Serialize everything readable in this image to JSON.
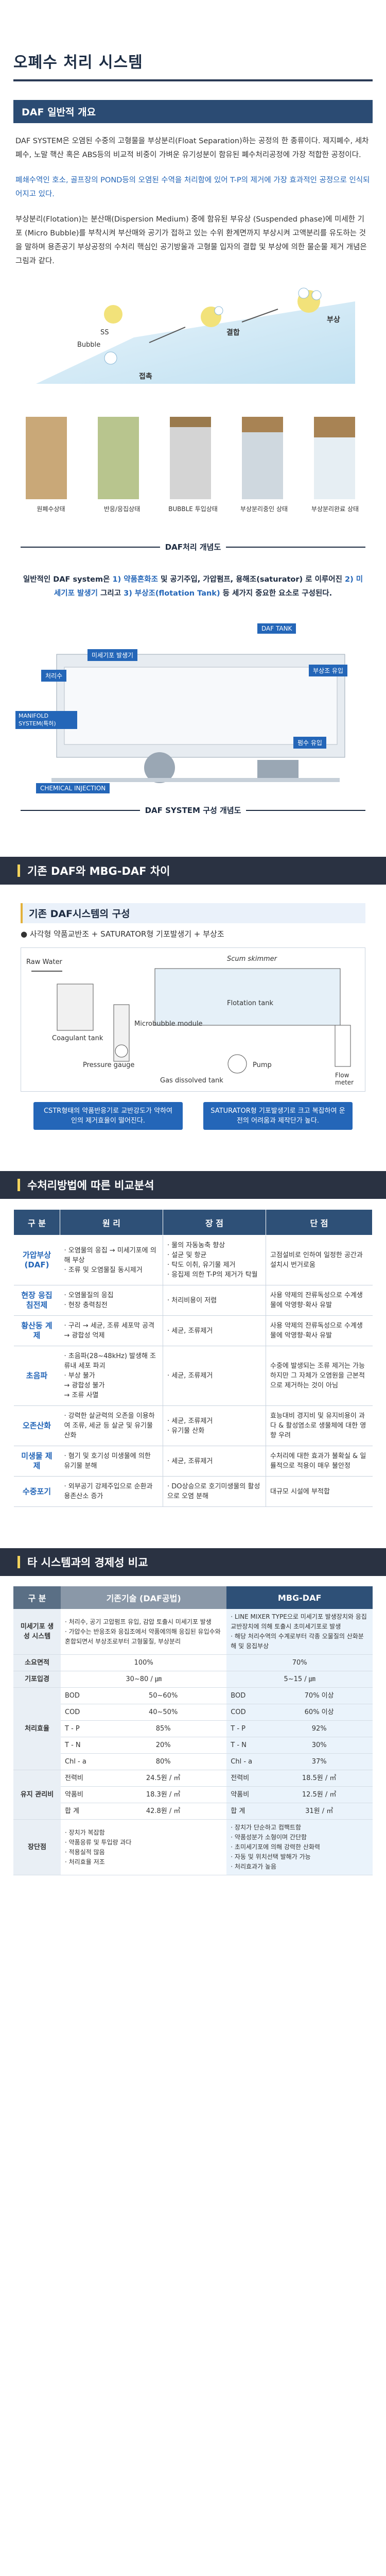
{
  "page_title": "오폐수 처리 시스템",
  "sec1": {
    "title": "DAF 일반적 개요",
    "para1": "DAF SYSTEM은 오염된 수중의 고형물을 부상분리(Float Separation)하는 공정의 한 종류이다. 제지폐수, 세차폐수, 노말 핵산 혹은 ABS등의 비교적 비중이 가벼운 유기성분이 함유된 폐수처리공정에 가장 적합한 공정이다.",
    "para2": "폐쇄수역인 호소, 골프장의 POND등의 오염된 수역을 처리함에 있어 T-P의 제거에 가장 효과적인 공정으로 인식되어지고 있다.",
    "para3": "부상분리(Flotation)는 분산매(Dispersion Medium) 중에 함유된 부유상 (Suspended phase)에 미세한 기포 (Micro Bubble)를 부착시켜 부산매와 공기가 접하고 있는 수위 환계면까지 부상시켜 고액분리를 유도하는 것을 말하며 용존공기 부상공정의 수처리 핵심인 공기방울과 고형물 입자의 결합 및 부상에 의한 물순물 제거 개념은 그림과 같다.",
    "diagram_labels": {
      "ss": "SS",
      "bubble": "Bubble",
      "contact": "접촉",
      "combine": "결합",
      "float": "부상"
    },
    "samples": [
      "원폐수상태",
      "반응/응집상태",
      "BUBBLE 투입상태",
      "부상분리중인 상태",
      "부상분리완료 상태"
    ],
    "caption1": "DAF처리 개념도",
    "summary_a": "일반적인 DAF system은 ",
    "summary_b": "1) 약품혼화조",
    "summary_c": " 및 공기주입, 가압펌프, 용해조(saturator) 로 이루어진 ",
    "summary_d": "2) 미세기포 발생기",
    "summary_e": " 그리고 ",
    "summary_f": "3) 부상조(flotation Tank)",
    "summary_g": " 등 세가지 중요한 요소로 구성된다.",
    "system_labels": {
      "daf_tank": "DAF TANK",
      "reactor": "처리수",
      "generator": "미세기포 발생기",
      "manifold": "MANIFOLD SYSTEM(특허)",
      "float_inlet": "부상조 유입",
      "pump": "펌수 유입",
      "chemical": "CHEMICAL INJECTION"
    },
    "caption2": "DAF SYSTEM 구성 개념도"
  },
  "banner1": "기존 DAF와 MBG-DAF 차이",
  "sec2": {
    "title": "기존 DAF시스템의 구성",
    "line": "● 사각형 약품교반조 + SATURATOR형 기포발생기 + 부상조",
    "labels": {
      "raw_water": "Raw Water",
      "scum": "Scum skimmer",
      "flotation": "Flotation tank",
      "coagulant": "Coagulant tank",
      "microbubble": "Microbubble module",
      "pressure": "Pressure gauge",
      "pump": "Pump",
      "gas": "Gas dissolved tank",
      "flow": "Flow meter"
    },
    "callout_left": "CSTR형태의 약품반응기로 교반강도가 약하여 인의 제거효율이 떨어진다.",
    "callout_right": "SATURATOR형 기포발생기로 크고 복잡하여 운전의 어려움과 제작단가 높다."
  },
  "banner2": "수처리방법에 따른 비교분석",
  "cmp": {
    "headers": [
      "구 분",
      "원 리",
      "장 점",
      "단 점"
    ],
    "rows": [
      {
        "cat": "가압부상 (DAF)",
        "p": "· 오염물의 응집 → 미세기포에 의해 부상\n· 조류 및 오염물질 동시제거",
        "a": "· 물의 자동농축 향상\n· 설균 및 항균\n· 탁도 이취, 유기물 제거\n· 응집제 의한 T-P의 제거가 탁월",
        "d": "고점설비로 인하여 일정한 공간과 설치시 번거로움"
      },
      {
        "cat": "현장 응집 침전제",
        "p": "· 오염물질의 응집\n· 현장 충력침전",
        "a": "· 처리비용이 저렴",
        "d": "사용 약제의 잔류독성으로 수계생물에 악영향·확사 유발"
      },
      {
        "cat": "황산동 계제",
        "p": "· 구리 → 세균, 조류 세포막 공격\n→ 광합성 억제",
        "a": "· 세균, 조류제거",
        "d": "사용 약제의 잔류독성으로 수계생물에 악영향·확사 유발"
      },
      {
        "cat": "초음파",
        "p": "· 초음파(28~48kHz) 발생해 조류내 세포 파괴\n· 부상 불가\n→ 광합성 불가\n→ 조류 사멸",
        "a": "· 세균, 조류제거",
        "d": "수중에 발생되는 조류 제거는 가능하지만 그 자체가 오염원을 근본적으로 제거하는 것이 아님"
      },
      {
        "cat": "오존산화",
        "p": "· 강력한 살균력의 오존을 이용하여 조류, 세균 등 살균 및 유기물 산화",
        "a": "· 세균, 조류제거\n· 유기물 산화",
        "d": "효능대비 경지비 및 유지비용이 과다 & 활성염소로 생물체에 대한 영향 우려"
      },
      {
        "cat": "미생물 제제",
        "p": "· 혐기 및 호기성 미생물에 의한 유기물 분해",
        "a": "· 세균, 조류제거",
        "d": "수처리에 대한 효과가 불확실 & 일률적으로 적용이 매우 불안정"
      },
      {
        "cat": "수중포기",
        "p": "· 외부공기 강제주입으로 순환과 용존산소 증가",
        "a": "· DO상승으로 호기미생물의 활성으로 오염 분해",
        "d": "대규모 시설에 부적합"
      }
    ]
  },
  "banner3": "타 시스템과의 경제성 비교",
  "econ": {
    "headers": [
      "구 분",
      "기존기술 (DAF공법)",
      "MBG-DAF"
    ],
    "micro": {
      "cat": "미세기포 생성 시스템",
      "old": "· 처리수, 공기 고압펌프 유입, 감압 토출시 미세기포 발생\n· 가압수는 반응조와 응집조에서 약품에의해 응집된 유입수와 혼합되면서 부상조로부터 고형물질, 부상분리",
      "new": "· LINE MIXER TYPE으로 미세기포 발생장치와 응집교반장치에 의해 토출시 초미세기포로 발생\n· 해당 처리수역의 수계로부터 각종 오물질의 산화분해 및 응집부상"
    },
    "area": {
      "cat": "소요면적",
      "old": "100%",
      "new": "70%"
    },
    "bubble": {
      "cat": "기포입경",
      "old": "30~80 / ㎛",
      "new": "5~15 / ㎛"
    },
    "eff": {
      "cat": "처리효율",
      "rows": [
        {
          "k": "BOD",
          "old": "50~60%",
          "new": "70% 이상"
        },
        {
          "k": "COD",
          "old": "40~50%",
          "new": "60% 이상"
        },
        {
          "k": "T - P",
          "old": "85%",
          "new": "92%"
        },
        {
          "k": "T - N",
          "old": "20%",
          "new": "30%"
        },
        {
          "k": "Chl - a",
          "old": "80%",
          "new": "37%"
        }
      ]
    },
    "maint": {
      "cat": "유지 관리비",
      "rows": [
        {
          "k": "전력비",
          "old": "24.5원 / ㎥",
          "new": "18.5원 / ㎥"
        },
        {
          "k": "약품비",
          "old": "18.3원 / ㎥",
          "new": "12.5원 / ㎥"
        },
        {
          "k": "합 계",
          "old": "42.8원 / ㎥",
          "new": "31원 / ㎥"
        }
      ]
    },
    "pros": {
      "cat": "장단점",
      "old": "· 장치가 복잡함\n· 약품응류 및 투입량 과다\n· 적용실적 많음\n· 처리효율 저조",
      "new": "· 장치가 단순하고 컴팩트함\n· 약품성분가 소형이며 간단함\n· 초미세기포에 의해 강력한 산화력\n· 자동 및 위치선택 발해가 가능\n· 처리효과가 높음"
    }
  },
  "colors": {
    "navy": "#2b4b73",
    "accent": "#2466b8",
    "banner": "#2a3242",
    "yellow": "#f3d35d"
  }
}
